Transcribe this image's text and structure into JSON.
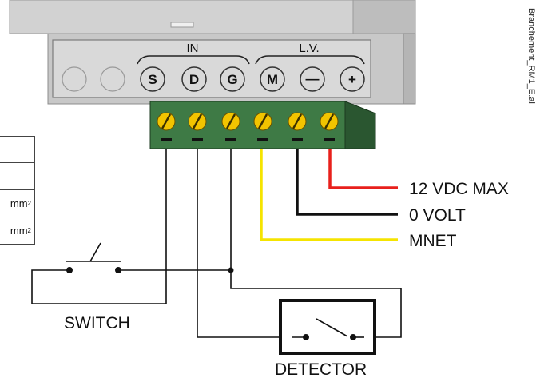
{
  "file_label": "Branchement_RM1_E.ai",
  "table": {
    "rows": [
      {
        "text": "",
        "sup": ""
      },
      {
        "text": "",
        "sup": ""
      },
      {
        "text": "mm",
        "sup": "2"
      },
      {
        "text": "mm",
        "sup": "2"
      }
    ]
  },
  "groups": {
    "in": "IN",
    "lv": "L.V."
  },
  "terminals": [
    "S",
    "D",
    "G",
    "M",
    "—",
    "+"
  ],
  "wires": {
    "power": "12 VDC MAX",
    "ground": "0 VOLT",
    "mnet": "MNET"
  },
  "components": {
    "switch": "SWITCH",
    "detector": "DETECTOR"
  },
  "colors": {
    "red_wire": "#e8201c",
    "black_wire": "#111111",
    "yellow_wire": "#f5e400",
    "terminal_block": "#3e7a45",
    "screw": "#f2c400"
  }
}
